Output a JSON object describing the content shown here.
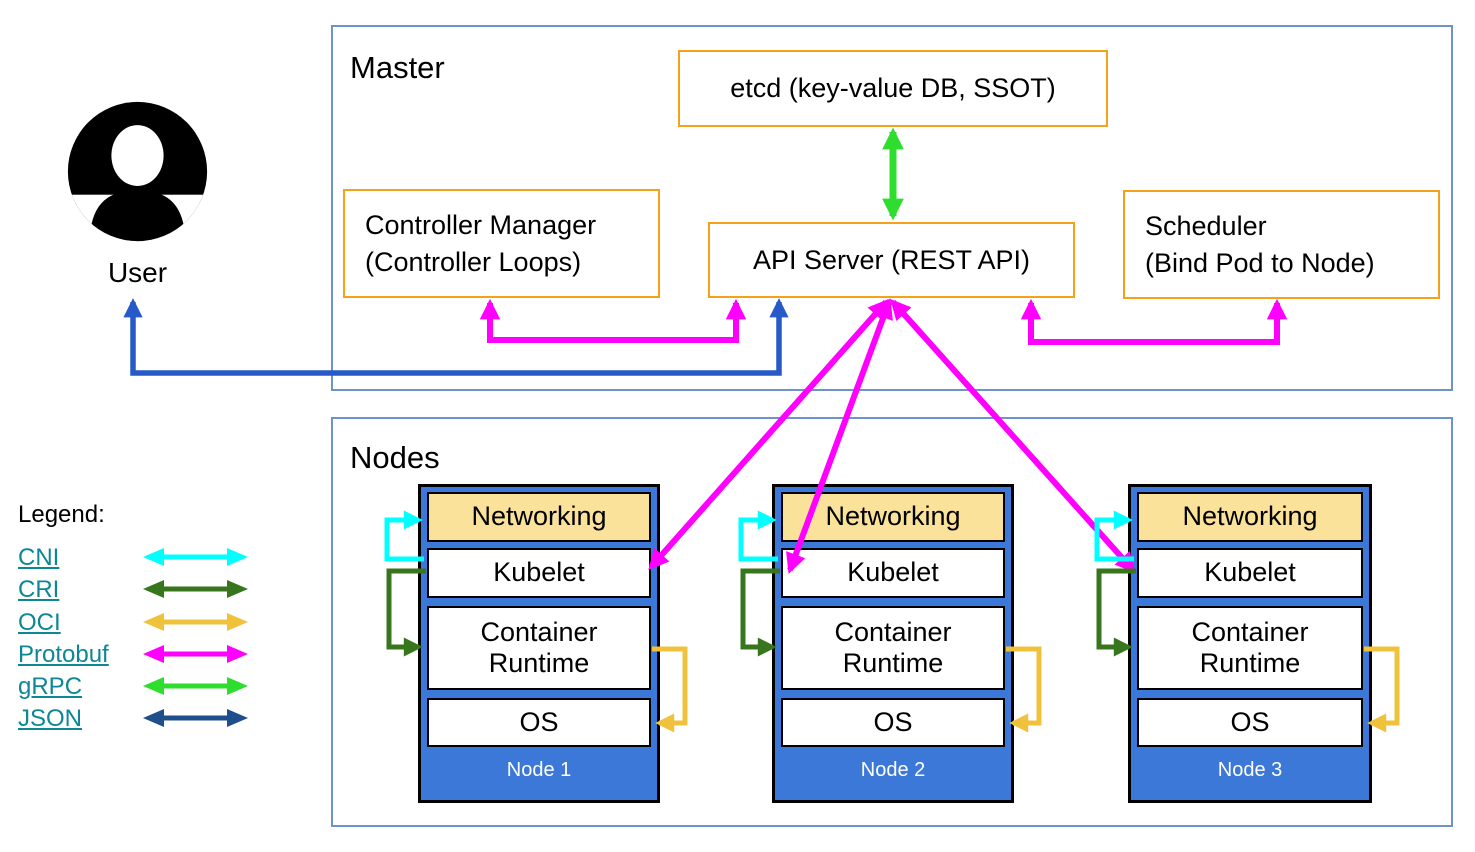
{
  "colors": {
    "cni": "#00FFFF",
    "cri": "#38761D",
    "oci": "#F0C23C",
    "protobuf": "#FF00FF",
    "grpc": "#2EDD2E",
    "json": "#1F4E8C",
    "user_link": "#2759C8",
    "box_border": "#F5A21B",
    "group_border": "#6E93C8",
    "node_fill": "#3C78D8",
    "networking_fill": "#FBE29A",
    "link_text": "#0D8795"
  },
  "user": {
    "label": "User"
  },
  "master": {
    "title": "Master",
    "etcd": "etcd (key-value DB, SSOT)",
    "controller_manager_line1": "Controller Manager",
    "controller_manager_line2": "(Controller Loops)",
    "api_server": "API Server (REST API)",
    "scheduler_line1": "Scheduler",
    "scheduler_line2": "(Bind Pod to Node)"
  },
  "nodes_section": {
    "title": "Nodes",
    "layers": {
      "networking": "Networking",
      "kubelet": "Kubelet",
      "container_runtime": "Container Runtime",
      "os": "OS"
    },
    "nodes": [
      {
        "name": "Node 1"
      },
      {
        "name": "Node 2"
      },
      {
        "name": "Node 3"
      }
    ]
  },
  "legend": {
    "title": "Legend:",
    "items": [
      {
        "label": "CNI",
        "color_key": "cni"
      },
      {
        "label": "CRI",
        "color_key": "cri"
      },
      {
        "label": "OCI",
        "color_key": "oci"
      },
      {
        "label": "Protobuf",
        "color_key": "protobuf"
      },
      {
        "label": "gRPC",
        "color_key": "grpc"
      },
      {
        "label": "JSON",
        "color_key": "json"
      }
    ]
  },
  "connections": [
    {
      "from": "User",
      "to": "API Server",
      "protocol": "JSON"
    },
    {
      "from": "etcd",
      "to": "API Server",
      "protocol": "gRPC"
    },
    {
      "from": "Controller Manager",
      "to": "API Server",
      "protocol": "Protobuf"
    },
    {
      "from": "Scheduler",
      "to": "API Server",
      "protocol": "Protobuf"
    },
    {
      "from": "API Server",
      "to": "Kubelet (Node 1)",
      "protocol": "Protobuf"
    },
    {
      "from": "API Server",
      "to": "Kubelet (Node 2)",
      "protocol": "Protobuf"
    },
    {
      "from": "API Server",
      "to": "Kubelet (Node 3)",
      "protocol": "Protobuf"
    },
    {
      "from": "Kubelet",
      "to": "Networking",
      "protocol": "CNI"
    },
    {
      "from": "Kubelet",
      "to": "Container Runtime",
      "protocol": "CRI"
    },
    {
      "from": "Container Runtime",
      "to": "OS",
      "protocol": "OCI"
    }
  ]
}
